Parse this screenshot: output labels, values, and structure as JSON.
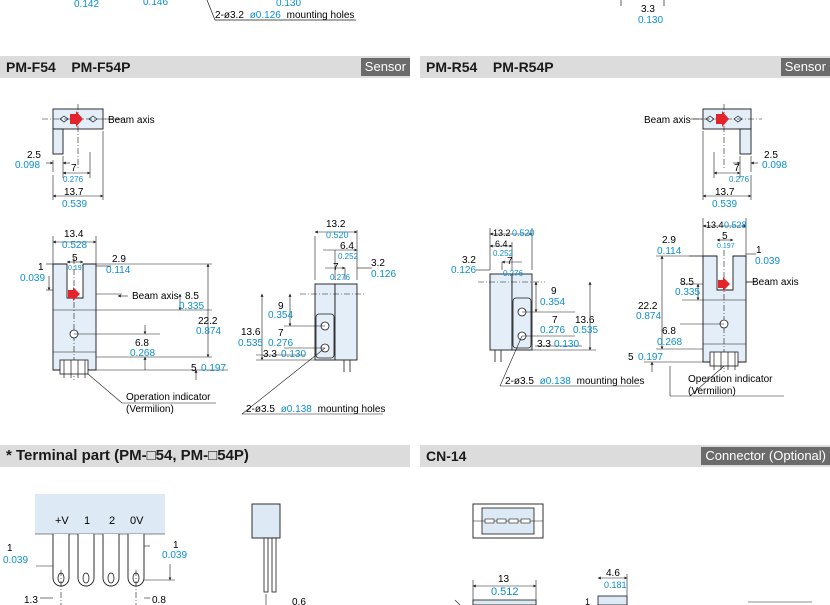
{
  "top": {
    "left_in": "0.142",
    "left_in2": "0.146",
    "mid_in": "0.130",
    "holes_mm": "2-ø3.2",
    "holes_in": "ø0.126",
    "holes_text": "mounting holes",
    "right_mm": "3.3",
    "right_in": "0.130"
  },
  "headers": {
    "pmf54": {
      "title": "PM-F54    PM-F54P",
      "tag": "Sensor"
    },
    "pmr54": {
      "title": "PM-R54    PM-R54P",
      "tag": "Sensor"
    },
    "terminal": {
      "title": "* Terminal part (PM-□54, PM-□54P)"
    },
    "cn14": {
      "title": "CN-14",
      "tag": "Connector (Optional)"
    }
  },
  "f54": {
    "beam_axis": "Beam axis",
    "d1": {
      "mm": "2.5",
      "in": "0.098"
    },
    "d2": {
      "mm": "7",
      "in": "0.276"
    },
    "d3": {
      "mm": "13.7",
      "in": "0.539"
    },
    "d4": {
      "mm": "13.4",
      "in": "0.528"
    },
    "d5": {
      "mm": "5",
      "in": "0.197"
    },
    "d6": {
      "mm": "1",
      "in": "0.039"
    },
    "d7": {
      "mm": "2.9",
      "in": "0.114"
    },
    "beam_axis2": "Beam axis",
    "d8": {
      "mm": "8.5",
      "in": "0.335"
    },
    "d9": {
      "mm": "22.2",
      "in": "0.874"
    },
    "d10": {
      "mm": "6.8",
      "in": "0.268"
    },
    "d11": {
      "mm": "5",
      "in": "0.197"
    },
    "op_ind": "Operation indicator",
    "vermilion": "(Vermilion)",
    "s1": {
      "mm": "13.2",
      "in": "0.520"
    },
    "s2": {
      "mm": "6.4",
      "in": "0.252"
    },
    "s3": {
      "mm": "7",
      "in": "0.276"
    },
    "s4": {
      "mm": "3.2",
      "in": "0.126"
    },
    "s5": {
      "mm": "9",
      "in": "0.354"
    },
    "s6": {
      "mm": "13.6",
      "in": "0.535"
    },
    "s7": {
      "mm": "7",
      "in": "0.276"
    },
    "s8": {
      "mm": "3.3",
      "in": "0.130"
    },
    "holes_mm": "2-ø3.5",
    "holes_in": "ø0.138",
    "holes_text": "mounting holes"
  },
  "r54": {
    "beam_axis": "Beam axis",
    "d1": {
      "mm": "2.5",
      "in": "0.098"
    },
    "d2": {
      "mm": "7",
      "in": "0.276"
    },
    "d3": {
      "mm": "13.7",
      "in": "0.539"
    },
    "s1": {
      "mm": "13.2",
      "in": "0.520"
    },
    "s2": {
      "mm": "6.4",
      "in": "0.252"
    },
    "s3": {
      "mm": "7",
      "in": "0.276"
    },
    "s4": {
      "mm": "3.2",
      "in": "0.126"
    },
    "s5": {
      "mm": "9",
      "in": "0.354"
    },
    "s6": {
      "mm": "7",
      "in": "0.276"
    },
    "s7": {
      "mm": "13.6",
      "in": "0.535"
    },
    "s8": {
      "mm": "3.3",
      "in": "0.130"
    },
    "holes_mm": "2-ø3.5",
    "holes_in": "ø0.138",
    "holes_text": "mounting holes",
    "d4": {
      "mm": "13.4",
      "in": "0.528"
    },
    "d5": {
      "mm": "5",
      "in": "0.197"
    },
    "d6": {
      "mm": "2.9",
      "in": "0.114"
    },
    "d7": {
      "mm": "1",
      "in": "0.039"
    },
    "d8": {
      "mm": "8.5",
      "in": "0.335"
    },
    "beam_axis2": "Beam axis",
    "d9": {
      "mm": "22.2",
      "in": "0.874"
    },
    "d10": {
      "mm": "6.8",
      "in": "0.268"
    },
    "d11": {
      "mm": "5",
      "in": "0.197"
    },
    "op_ind": "Operation indicator",
    "vermilion": "(Vermilion)"
  },
  "term": {
    "pins": [
      "+V",
      "1",
      "2",
      "0V"
    ],
    "l1": {
      "mm": "1",
      "in": "0.039"
    },
    "r1": {
      "mm": "1",
      "in": "0.039"
    },
    "b1": "1.3",
    "b2": "0.8",
    "side_label": "0.6"
  },
  "cn14": {
    "w": {
      "mm": "13",
      "in": "0.512"
    },
    "s": {
      "mm": "4.6",
      "in": "0.181"
    },
    "small": "1"
  },
  "colors": {
    "dim_blue": "#0b8fd1",
    "arrow_red": "#e3242b",
    "header_gray": "#dcdcdc",
    "tag_gray": "#6b6b6b"
  }
}
